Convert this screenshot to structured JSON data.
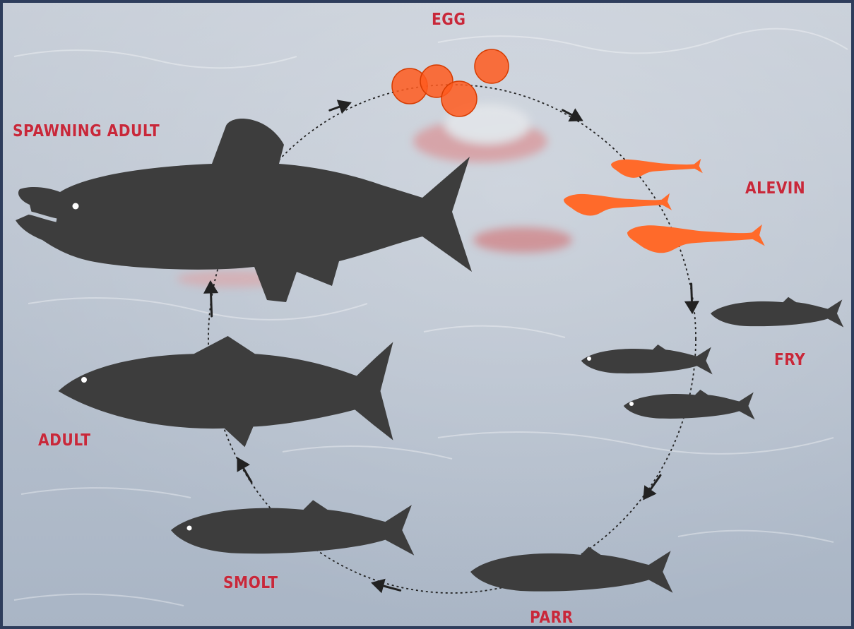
{
  "labels": {
    "egg": "EGG",
    "spawning_adult": "SPAWNING ADULT",
    "alevin": "ALEVIN",
    "fry": "FRY",
    "adult": "ADULT",
    "smolt": "SMOLT",
    "parr": "PARR"
  },
  "colors": {
    "label": "#c8283a",
    "fish_dark": "#3d3d3d",
    "fish_orange": "#ff6a2a",
    "egg_fill": "#ff5b1f",
    "water_top": "#c7ced8",
    "water_bottom": "#a9b5c5",
    "frame": "#2e3d5c",
    "cycle_line": "#222222"
  },
  "icons": {
    "egg": "egg-icon",
    "fish": "fish-silhouette-icon",
    "arrow": "arrowhead-icon"
  }
}
